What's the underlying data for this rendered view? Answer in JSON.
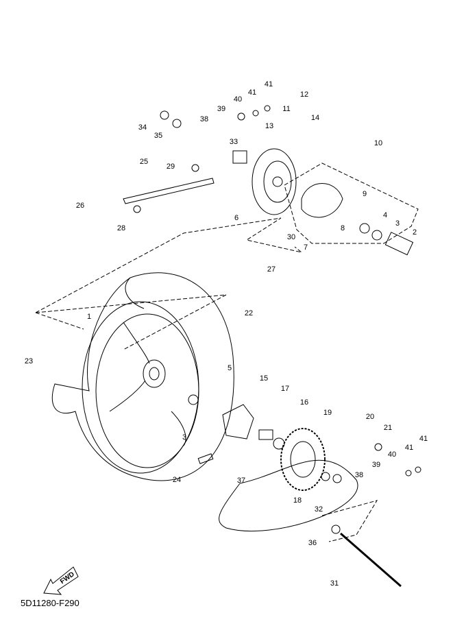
{
  "diagram_code": "5D11280-F290",
  "fwd_label": "FWD",
  "callouts": [
    "41",
    "41",
    "40",
    "39",
    "38",
    "34",
    "35",
    "33",
    "12",
    "11",
    "13",
    "14",
    "10",
    "25",
    "29",
    "26",
    "28",
    "9",
    "6",
    "4",
    "3",
    "2",
    "8",
    "30",
    "7",
    "27",
    "1",
    "22",
    "23",
    "5",
    "15",
    "17",
    "16",
    "19",
    "20",
    "21",
    "41",
    "40",
    "41",
    "39",
    "38",
    "3",
    "24",
    "37",
    "18",
    "32",
    "36",
    "31"
  ]
}
